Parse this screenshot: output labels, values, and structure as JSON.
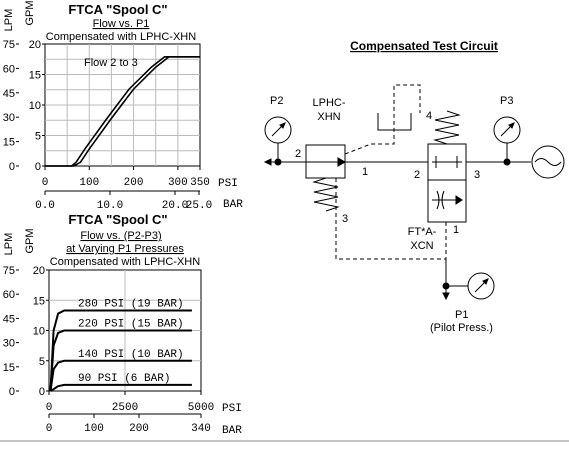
{
  "chart_data": [
    {
      "type": "line",
      "title": "FTCA \"Spool C\"",
      "subtitle": "Flow vs. P1",
      "note": "Compensated with LPHC-XHN",
      "annotation": "Flow 2 to 3",
      "y_left_label": "LPM",
      "y_right_label": "GPM",
      "y_left_ticks": [
        "75",
        "60",
        "45",
        "30",
        "15",
        "0"
      ],
      "y_right_ticks": [
        "20",
        "15",
        "10",
        "5",
        "0"
      ],
      "x_psi_ticks": [
        "0",
        "100",
        "200",
        "300",
        "350"
      ],
      "x_psi_unit": "PSI",
      "x_bar_ticks": [
        "0.0",
        "10.0",
        "20.0",
        "25.0"
      ],
      "x_bar_unit": "BAR",
      "xlim": [
        0,
        350
      ],
      "ylim": [
        0,
        20
      ],
      "series": [
        {
          "x": [
            0,
            65,
            80,
            100,
            150,
            200,
            250,
            280,
            350
          ],
          "y": [
            0,
            0,
            0.6,
            2.8,
            7.8,
            12.6,
            16.2,
            17.9,
            17.9
          ]
        },
        {
          "x": [
            0,
            60,
            70,
            90,
            140,
            190,
            240,
            270,
            350
          ],
          "y": [
            0,
            0,
            0.6,
            2.8,
            7.8,
            12.6,
            16.2,
            17.9,
            17.9
          ]
        }
      ]
    },
    {
      "type": "line",
      "title": "FTCA \"Spool C\"",
      "subtitle": "Flow vs. (P2-P3)",
      "subtitle2": "at Varying P1 Pressures",
      "note": "Compensated with LPHC-XHN",
      "y_left_label": "LPM",
      "y_right_label": "GPM",
      "y_left_ticks": [
        "75",
        "60",
        "45",
        "30",
        "15",
        "0"
      ],
      "y_right_ticks": [
        "20",
        "15",
        "10",
        "5",
        "0"
      ],
      "x_psi_ticks": [
        "0",
        "2500",
        "5000"
      ],
      "x_psi_unit": "PSI",
      "x_bar_ticks": [
        "0",
        "100",
        "200",
        "340"
      ],
      "x_bar_unit": "BAR",
      "xlim": [
        0,
        5000
      ],
      "ylim": [
        0,
        20
      ],
      "series": [
        {
          "name": "280 PSI (19 BAR)",
          "x": [
            50,
            150,
            300,
            500,
            4700
          ],
          "y": [
            0,
            10,
            12.8,
            13.3,
            13.3
          ]
        },
        {
          "name": "220 PSI (15 BAR)",
          "x": [
            50,
            150,
            300,
            500,
            4700
          ],
          "y": [
            0,
            7.5,
            9.6,
            10.0,
            10.0
          ]
        },
        {
          "name": "140 PSI (10 BAR)",
          "x": [
            50,
            150,
            300,
            500,
            4700
          ],
          "y": [
            0,
            3.6,
            4.7,
            5.0,
            5.0
          ]
        },
        {
          "name": "90 PSI (6 BAR)",
          "x": [
            50,
            150,
            300,
            500,
            4700
          ],
          "y": [
            0,
            0.3,
            0.8,
            1.0,
            1.0
          ]
        }
      ]
    }
  ],
  "circuit": {
    "title": "Compensated Test Circuit",
    "p2": "P2",
    "p3": "P3",
    "p1": "P1",
    "pilot": "(Pilot Press.)",
    "comp_name_1": "LPHC-",
    "comp_name_2": "XHN",
    "valve_name_1": "FT*A-",
    "valve_name_2": "XCN",
    "n_comp_in": "2",
    "n_comp_out": "1",
    "n_comp_pilot": "3",
    "n_valve_in": "2",
    "n_valve_out": "3",
    "n_valve_spring": "4",
    "n_valve_pilot": "1"
  }
}
